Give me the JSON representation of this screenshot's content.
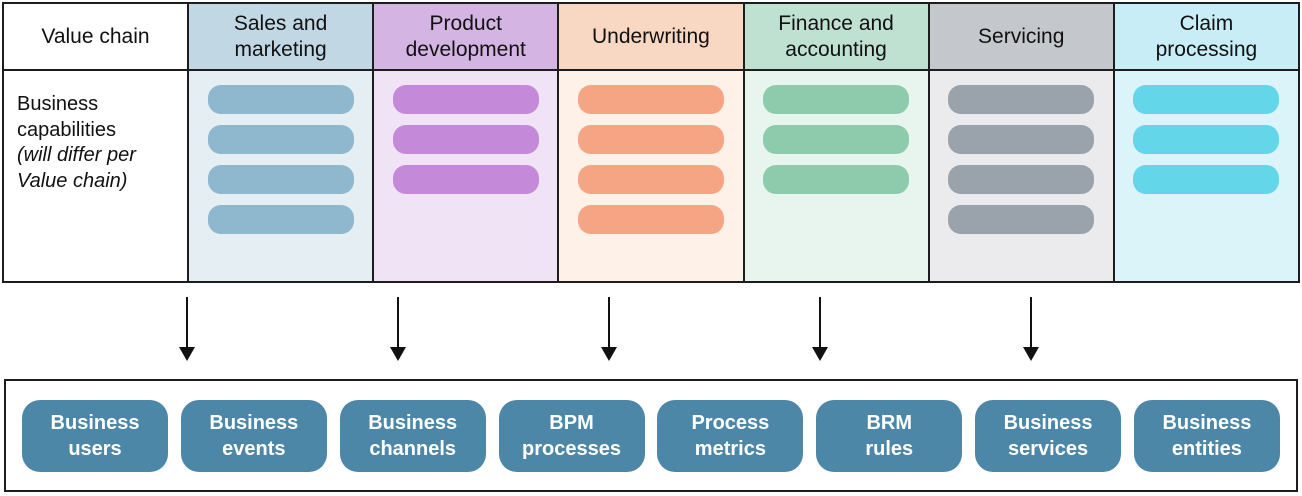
{
  "table": {
    "corner_label": "Value chain",
    "row_label": {
      "main": "Business capabilities",
      "note": "(will differ per Value chain)"
    },
    "columns": [
      {
        "id": "sales-and-marketing",
        "label": "Sales and\nmarketing",
        "header_bg": "#c1d7e4",
        "body_bg": "#e4eef3",
        "bar_color": "#8fb7cd",
        "bar_count": 4
      },
      {
        "id": "product-development",
        "label": "Product\ndevelopment",
        "header_bg": "#d4b4e2",
        "body_bg": "#f0e3f6",
        "bar_color": "#c489d8",
        "bar_count": 3
      },
      {
        "id": "underwriting",
        "label": "Underwriting",
        "header_bg": "#f8d7c3",
        "body_bg": "#fdf1e8",
        "bar_color": "#f5a583",
        "bar_count": 4
      },
      {
        "id": "finance-and-accounting",
        "label": "Finance and\naccounting",
        "header_bg": "#bfe1d1",
        "body_bg": "#e8f5ee",
        "bar_color": "#8ecbad",
        "bar_count": 3
      },
      {
        "id": "servicing",
        "label": "Servicing",
        "header_bg": "#c4c8cd",
        "body_bg": "#ebebed",
        "bar_color": "#9aa2ac",
        "bar_count": 4
      },
      {
        "id": "claim-processing",
        "label": "Claim\nprocessing",
        "header_bg": "#c8edf6",
        "body_bg": "#daf4fa",
        "bar_color": "#63d6ea",
        "bar_count": 3
      }
    ]
  },
  "arrows": {
    "count": 5
  },
  "foundation": {
    "box_color": "#4d87a8",
    "items": [
      "Business\nusers",
      "Business\nevents",
      "Business\nchannels",
      "BPM\nprocesses",
      "Process\nmetrics",
      "BRM\nrules",
      "Business\nservices",
      "Business\nentities"
    ]
  }
}
